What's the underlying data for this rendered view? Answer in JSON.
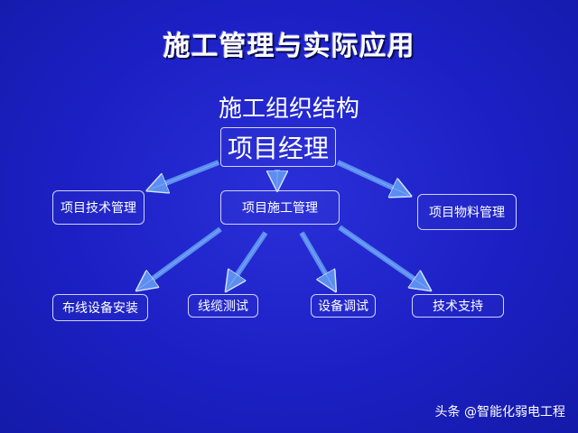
{
  "title": "施工管理与实际应用",
  "subtitle": "施工组织结构",
  "nodes": {
    "project_manager": "项目经理",
    "tech_management": "项目技术管理",
    "construction_management": "项目施工管理",
    "material_management": "项目物料管理",
    "cabling_install": "布线设备安装",
    "cable_test": "线缆测试",
    "device_debug": "设备调试",
    "tech_support": "技术支持"
  },
  "watermark": "头条 @智能化弱电工程",
  "colors": {
    "background": "#1c20c4",
    "arrow_fill": "#4a86e8",
    "text": "#ffffff"
  }
}
